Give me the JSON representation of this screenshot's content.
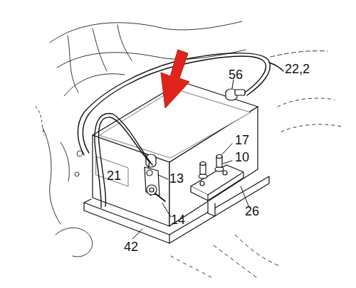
{
  "diagram": {
    "labels": [
      "56",
      "22,2",
      "17",
      "10",
      "21",
      "13",
      "14",
      "26",
      "42"
    ]
  }
}
